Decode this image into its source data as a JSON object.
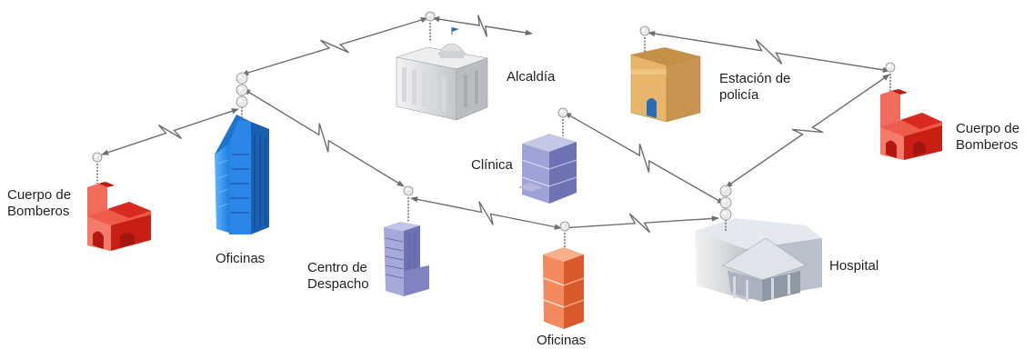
{
  "labels": {
    "alcaldia": "Alcaldía",
    "policia": [
      "Estación de",
      "policía"
    ],
    "bomberos_right": [
      "Cuerpo de",
      "Bomberos"
    ],
    "bomberos_left": [
      "Cuerpo de",
      "Bomberos"
    ],
    "clinica": "Clínica",
    "oficinas_tower": "Oficinas",
    "despacho": [
      "Centro de",
      "Despacho"
    ],
    "oficinas_orange": "Oficinas",
    "hospital": "Hospital"
  },
  "icons": {
    "link": "radio-link-zigzag-arrow",
    "antenna": "antenna-icon"
  },
  "colors": {
    "link": "#6d6e71",
    "firehouse": "#e2231a",
    "office_tower": "#1f78d1",
    "dispatch": "#7b7fc1",
    "clinic": "#8d8fc9",
    "orange_office": "#ec6d3c",
    "police": "#d9a35a",
    "gov": "#c8cacc",
    "hospital": "#c9d1db"
  }
}
